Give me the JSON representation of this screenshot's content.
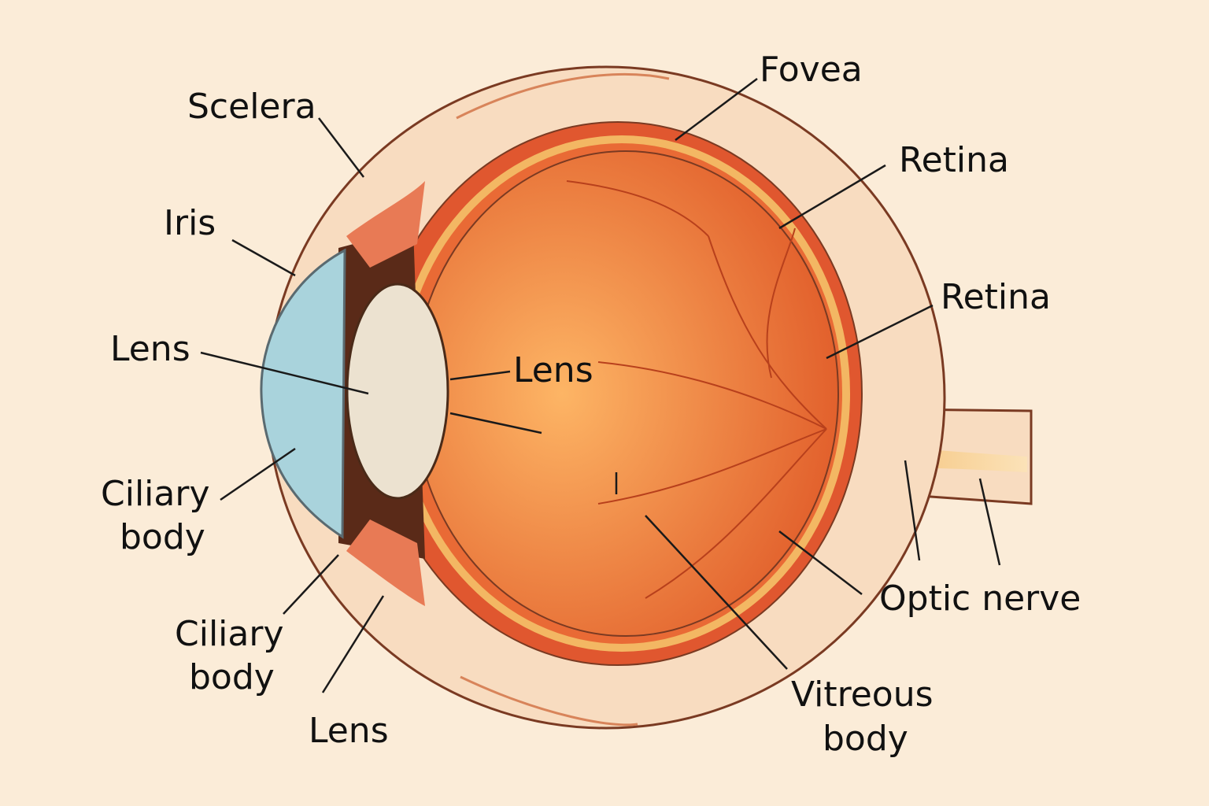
{
  "title": "Eye anatomy cross-section",
  "labels": {
    "scelera": "Scelera",
    "iris": "Iris",
    "lens_left": "Lens",
    "ciliary_body_1_line1": "Ciliary",
    "ciliary_body_1_line2": "body",
    "ciliary_body_2_line1": "Ciliary",
    "ciliary_body_2_line2": "body",
    "lens_bottom": "Lens",
    "fovea": "Fovea",
    "retina_1": "Retina",
    "retina_2": "Retina",
    "lens_center": "Lens",
    "optic_nerve": "Optic nerve",
    "vitreous_line1": "Vitreous",
    "vitreous_line2": "body"
  },
  "colors": {
    "background": "#fbecd8",
    "sclera": "#f8dcc0",
    "choroid": "#e0572f",
    "retina": "#f3b763",
    "vitreous_center": "#fdb565",
    "vitreous_edge": "#e05a28",
    "cornea": "#a9d3dc",
    "iris": "#5a2a18",
    "lens": "#ece2d0"
  }
}
